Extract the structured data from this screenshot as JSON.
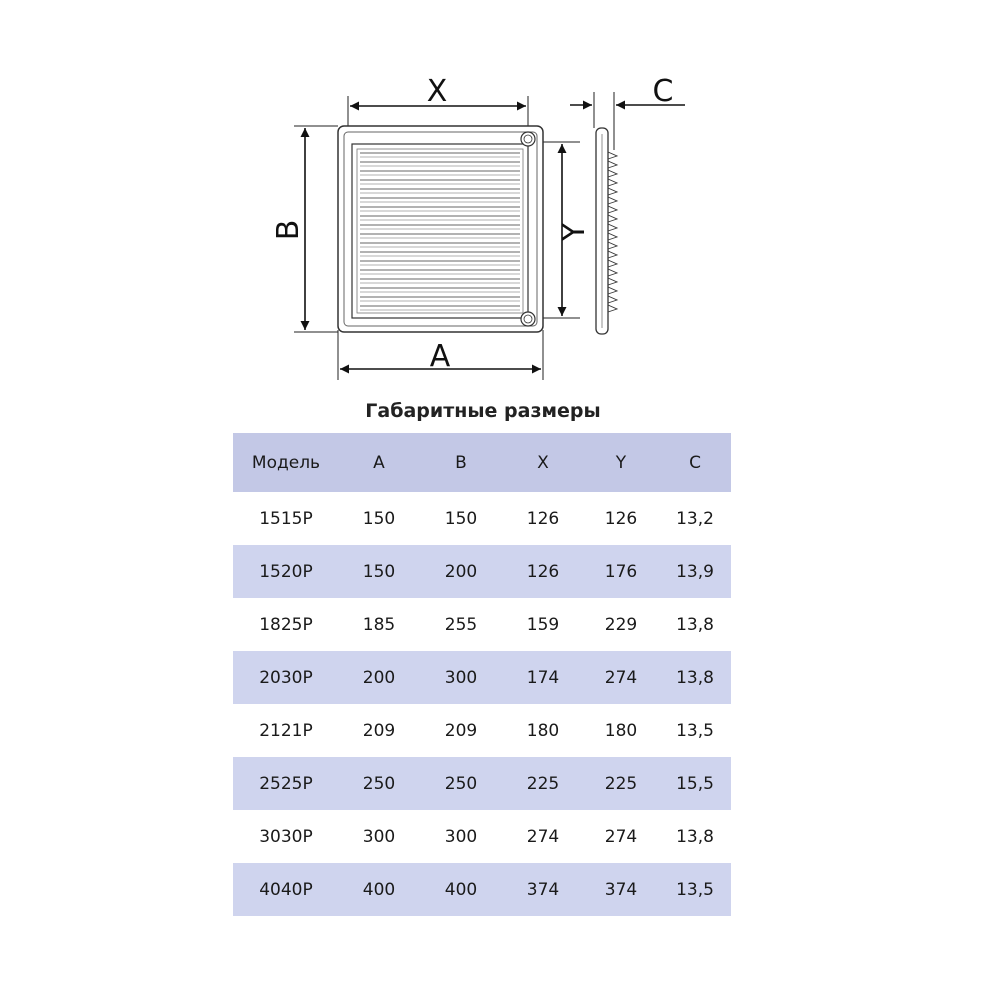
{
  "drawing": {
    "labels": {
      "x": "X",
      "y": "Y",
      "a": "A",
      "b": "B",
      "c": "C"
    }
  },
  "table": {
    "title": "Габаритные размеры",
    "columns": [
      "Модель",
      "A",
      "B",
      "X",
      "Y",
      "C"
    ],
    "rows": [
      [
        "1515P",
        "150",
        "150",
        "126",
        "126",
        "13,2"
      ],
      [
        "1520P",
        "150",
        "200",
        "126",
        "176",
        "13,9"
      ],
      [
        "1825P",
        "185",
        "255",
        "159",
        "229",
        "13,8"
      ],
      [
        "2030P",
        "200",
        "300",
        "174",
        "274",
        "13,8"
      ],
      [
        "2121P",
        "209",
        "209",
        "180",
        "180",
        "13,5"
      ],
      [
        "2525P",
        "250",
        "250",
        "225",
        "225",
        "15,5"
      ],
      [
        "3030P",
        "300",
        "300",
        "274",
        "274",
        "13,8"
      ],
      [
        "4040P",
        "400",
        "400",
        "374",
        "374",
        "13,5"
      ]
    ]
  }
}
